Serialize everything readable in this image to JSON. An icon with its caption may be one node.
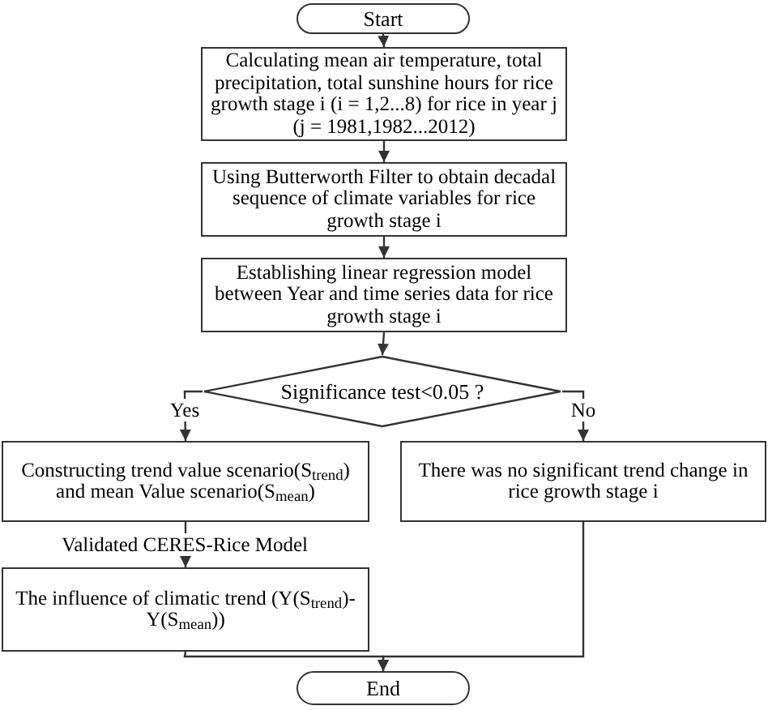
{
  "diagram": {
    "nodes": [
      {
        "text": [
          "Start"
        ]
      },
      {
        "text": [
          "Calculating mean air temperature, total precipitation, total sunshine hours for rice growth stage i (i = 1,2...8) for rice in year j (j = 1981,1982...2012)"
        ]
      },
      {
        "text": [
          "Using Butterworth Filter to obtain decadal sequence of climate variables for rice growth stage i"
        ]
      },
      {
        "text": [
          "Establishing linear regression model between Year and time series data for rice growth stage i"
        ]
      },
      {
        "text": [
          "Significance test<0.05 ?"
        ]
      },
      {
        "text": [
          "Constructing trend value scenario(S$_{trend}$) and mean Value scenario(S$_{mean}$)"
        ]
      },
      {
        "text": [
          "There was no significant trend change in rice growth stage i"
        ]
      },
      {
        "text": [
          "The influence of climatic trend (Y(S$_{trend}$)-Y(S$_{mean}$))"
        ]
      },
      {
        "text": [
          "End"
        ]
      }
    ],
    "edges": [
      {
        "from": 0,
        "to": 1,
        "arrow": "to"
      },
      {
        "from": 1,
        "to": 2,
        "arrow": "to"
      },
      {
        "from": 2,
        "to": 3,
        "arrow": "to"
      },
      {
        "from": 3,
        "to": 4,
        "arrow": "to"
      },
      {
        "from": 4,
        "to": 5,
        "arrow": "to",
        "label": "Yes"
      },
      {
        "from": 4,
        "to": 6,
        "arrow": "to",
        "label": "No"
      },
      {
        "from": 5,
        "to": 7,
        "arrow": "to",
        "label": "Validated CERES-Rice Model"
      },
      {
        "from": 7,
        "to": 8,
        "arrow": "to"
      },
      {
        "from": 6,
        "to": 8,
        "arrow": "to"
      }
    ]
  }
}
